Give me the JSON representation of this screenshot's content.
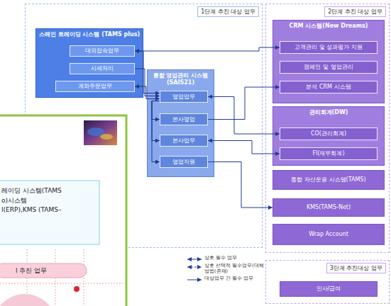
{
  "diagram": {
    "nodes": [
      {
        "text": [
          "1단계 추진 대상 업무"
        ]
      },
      {
        "text": [
          "스레인 트레이딩 시스템 (TAMS plus)"
        ],
        "in": 0
      },
      {
        "text": [
          "대외접속업무"
        ],
        "in": 1
      },
      {
        "text": [
          "시세처리"
        ],
        "in": 1
      },
      {
        "text": [
          "계좌주문업무"
        ],
        "in": 1
      },
      {
        "text": [
          "통합 영업관리 시스템 (SAIS21)"
        ],
        "in": 0
      },
      {
        "text": [
          "영업업무"
        ],
        "in": 5
      },
      {
        "text": [
          "본사영업"
        ],
        "in": 5
      },
      {
        "text": [
          "본사업무"
        ],
        "in": 5
      },
      {
        "text": [
          "영업지원"
        ],
        "in": 5
      },
      {
        "text": [
          "2단계 추진 대상 업무"
        ]
      },
      {
        "text": [
          "CRM 시스템(New Dreams)"
        ],
        "in": 10
      },
      {
        "text": [
          "고객관리 및 성과평가 지원"
        ],
        "in": 11
      },
      {
        "text": [
          "캠페인 및 영업관리"
        ],
        "in": 11
      },
      {
        "text": [
          "분석 CRM 시스템"
        ],
        "in": 11
      },
      {
        "text": [
          "관리회계(DW)"
        ],
        "in": 10
      },
      {
        "text": [
          "CO(관리회계)"
        ],
        "in": 15
      },
      {
        "text": [
          "FI(재무회계)"
        ],
        "in": 15
      },
      {
        "text": [
          "통합 자산운용 시스템(TAMS)"
        ],
        "in": 10
      },
      {
        "text": [
          "KMS(TAMS-Net)"
        ],
        "in": 10
      },
      {
        "text": [
          "Wrap Account"
        ],
        "in": 10
      },
      {
        "text": [
          "3단계 추진대상 업무"
        ]
      },
      {
        "text": [
          "인사/급여"
        ],
        "in": 21
      }
    ],
    "edges": [
      {
        "from": 2,
        "to": 6,
        "arrow": "both"
      },
      {
        "from": 3,
        "to": 6,
        "arrow": "to"
      },
      {
        "from": 4,
        "to": 6,
        "arrow": "both"
      },
      {
        "from": 2,
        "to": 12,
        "arrow": "both"
      },
      {
        "from": 6,
        "to": 7,
        "arrow": "to"
      },
      {
        "from": 6,
        "to": 8,
        "arrow": "to"
      },
      {
        "from": 6,
        "to": 9,
        "arrow": "to"
      },
      {
        "from": 6,
        "to": 16,
        "arrow": "both"
      },
      {
        "from": 7,
        "to": 14,
        "arrow": "to"
      },
      {
        "from": 8,
        "to": 17,
        "arrow": "both"
      },
      {
        "from": 9,
        "to": 19,
        "arrow": "to"
      }
    ],
    "labels": [
      "레이딩 시스템(TAMS",
      "o)시스템",
      "l(ERP),KMS (TAMS–",
      "l 추진 업무"
    ],
    "legend": [
      {
        "text": "상호 필수 업무"
      },
      {
        "text": "상호 선택적 필수업무(대체 방법(존재)"
      },
      {
        "text": "대상업무 간 필수 업무"
      }
    ]
  }
}
